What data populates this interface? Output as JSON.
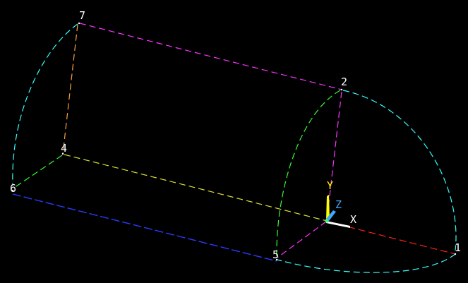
{
  "keypoints": [
    {
      "id": "1",
      "label": "1"
    },
    {
      "id": "2",
      "label": "2"
    },
    {
      "id": "4",
      "label": "4"
    },
    {
      "id": "5",
      "label": "5"
    },
    {
      "id": "6",
      "label": "6"
    },
    {
      "id": "7",
      "label": "7"
    }
  ],
  "triad": {
    "x_label": "X",
    "y_label": "Y",
    "z_label": "Z",
    "colors": {
      "x": "#ffffff",
      "y": "#ffff00",
      "z": "#3fa9ff"
    }
  },
  "line_colors": {
    "magenta": "#ff33ff",
    "cyan": "#33ffff",
    "green": "#33ff33",
    "orange": "#ffa040",
    "yellow": "#dddd33",
    "blue": "#2a3cff",
    "red": "#ff2020",
    "light_cyan": "#66ffdd"
  }
}
